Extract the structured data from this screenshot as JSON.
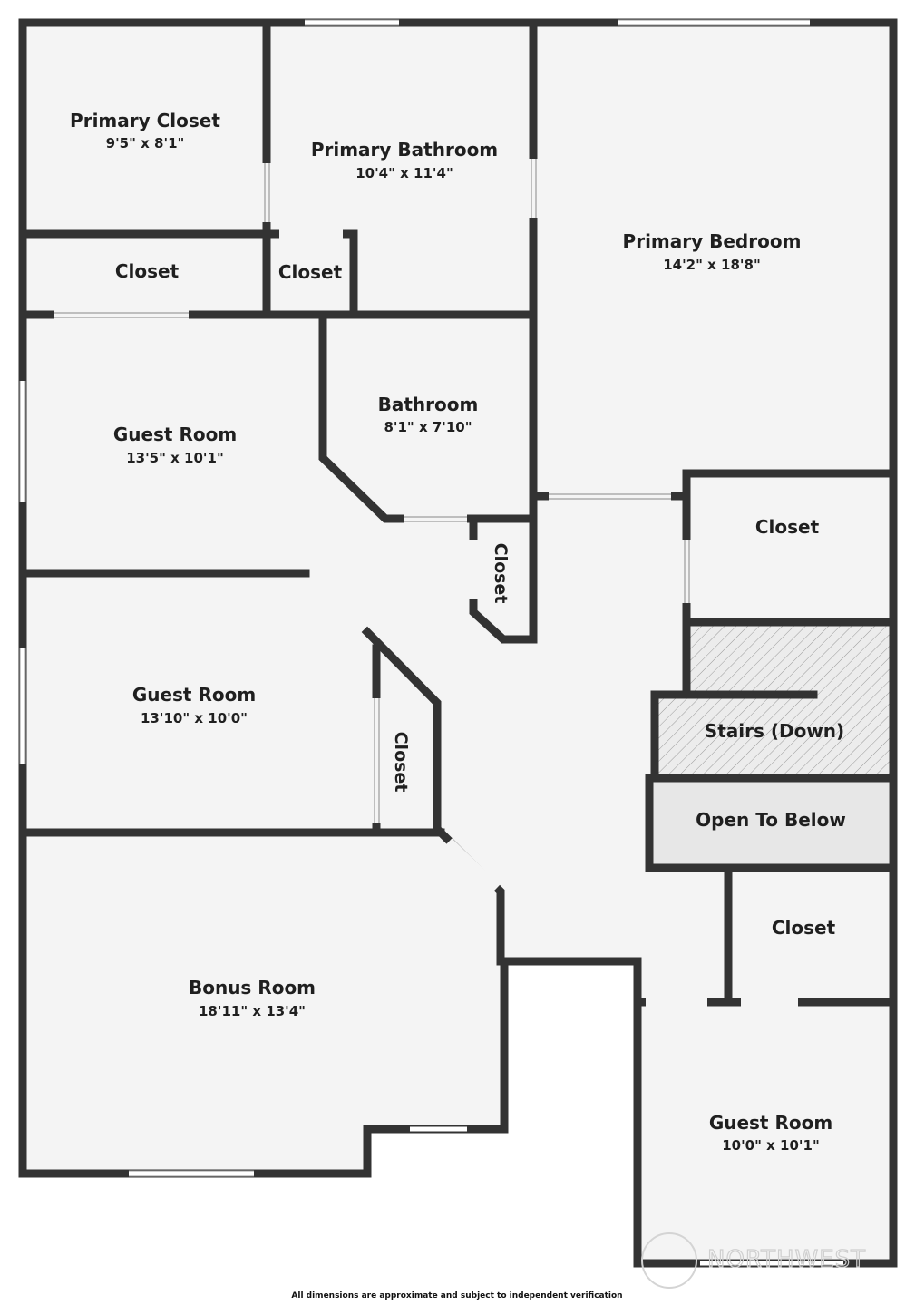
{
  "rooms": {
    "primary_closet": {
      "name": "Primary Closet",
      "dims": "9'5\" x 8'1\""
    },
    "primary_bathroom": {
      "name": "Primary Bathroom",
      "dims": "10'4\" x 11'4\""
    },
    "primary_bedroom": {
      "name": "Primary Bedroom",
      "dims": "14'2\" x 18'8\""
    },
    "closet_upper_left": {
      "name": "Closet"
    },
    "closet_upper_mid": {
      "name": "Closet"
    },
    "guest_room_1": {
      "name": "Guest Room",
      "dims": "13'5\" x 10'1\""
    },
    "bathroom": {
      "name": "Bathroom",
      "dims": "8'1\" x 7'10\""
    },
    "closet_right_upper": {
      "name": "Closet"
    },
    "closet_hall_vertical": {
      "name": "Closet"
    },
    "guest_room_2": {
      "name": "Guest Room",
      "dims": "13'10\" x 10'0\""
    },
    "closet_guest2_vertical": {
      "name": "Closet"
    },
    "stairs": {
      "name": "Stairs (Down)"
    },
    "open_to_below": {
      "name": "Open To Below"
    },
    "closet_right_lower": {
      "name": "Closet"
    },
    "bonus_room": {
      "name": "Bonus Room",
      "dims": "18'11\" x 13'4\""
    },
    "guest_room_3": {
      "name": "Guest Room",
      "dims": "10'0\" x 10'1\""
    }
  },
  "footer_note": "All dimensions are approximate and subject to independent verification",
  "watermark": "NORTHWEST",
  "colors": {
    "wall": "#333333",
    "floor": "#f4f4f4",
    "window": "#ffffff",
    "stairs_fill": "#e9e9e9",
    "open_below_fill": "#e7e7e7"
  }
}
